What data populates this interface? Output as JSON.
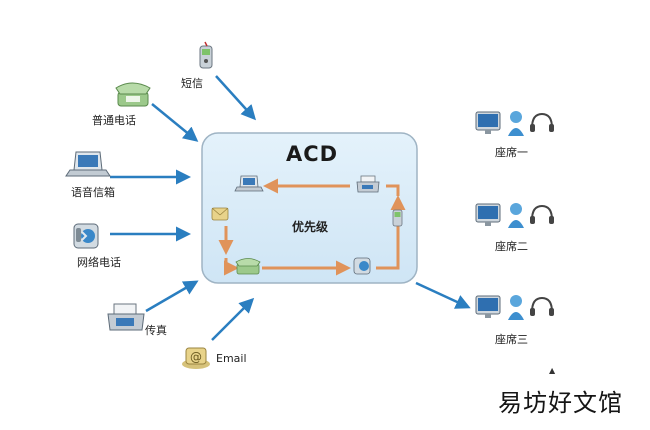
{
  "diagram": {
    "center": {
      "title": "ACD",
      "inner_label": "优先级"
    },
    "inputs": {
      "sms": "短信",
      "phone": "普通电话",
      "voicemail": "语音信箱",
      "net_phone": "网络电话",
      "fax": "传真",
      "email": "Email"
    },
    "agents": [
      "座席一",
      "座席二",
      "座席三"
    ],
    "watermark": "易坊好文馆",
    "colors": {
      "acd_fill": "#d9ecf8",
      "acd_stroke": "#9fb4c4",
      "input_arrow": "#2a7ec0",
      "loop_arrow": "#e0935a"
    }
  }
}
